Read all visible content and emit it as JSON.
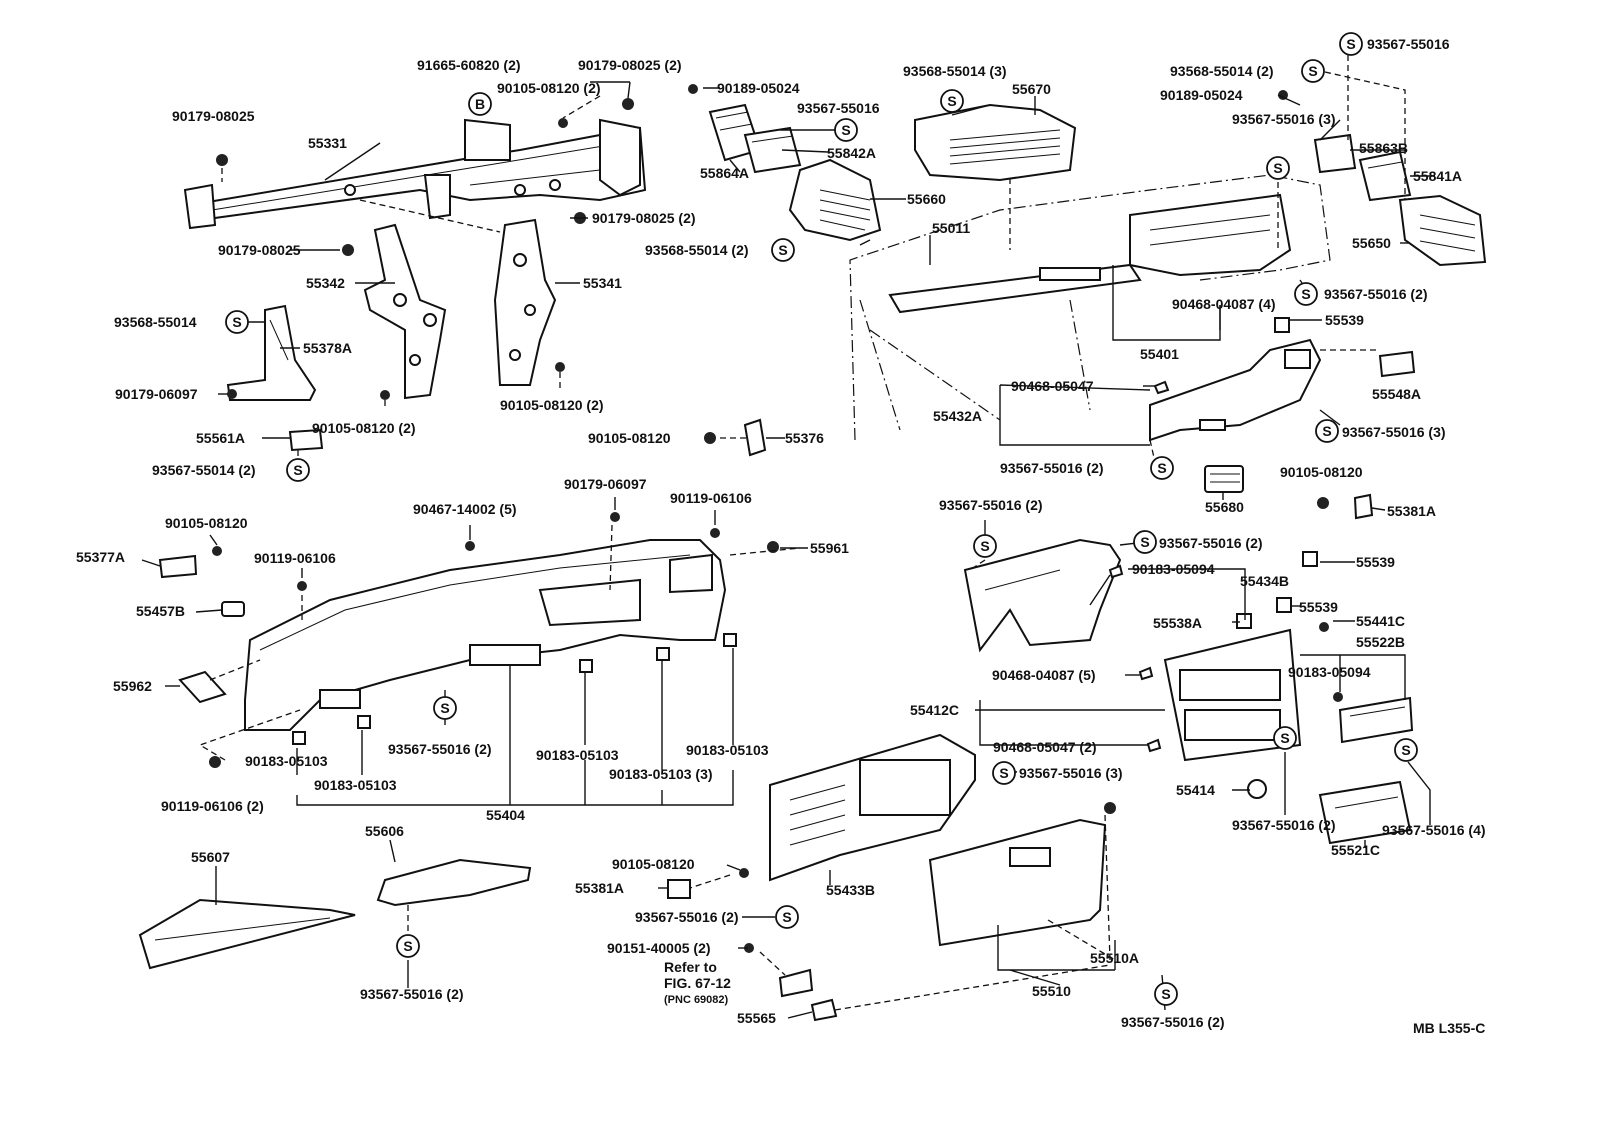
{
  "labels": [
    {
      "id": "l1",
      "text": "91665-60820 (2)"
    },
    {
      "id": "l2",
      "text": "90179-08025 (2)"
    },
    {
      "id": "l3",
      "text": "90105-08120 (2)"
    },
    {
      "id": "l4",
      "text": "90179-08025"
    },
    {
      "id": "l5",
      "text": "55331"
    },
    {
      "id": "l6",
      "text": "90179-08025 (2)"
    },
    {
      "id": "l7",
      "text": "90179-08025"
    },
    {
      "id": "l8",
      "text": "55342"
    },
    {
      "id": "l9",
      "text": "55341"
    },
    {
      "id": "l10",
      "text": "93568-55014"
    },
    {
      "id": "l11",
      "text": "55378A"
    },
    {
      "id": "l12",
      "text": "90179-06097"
    },
    {
      "id": "l13",
      "text": "90105-08120 (2)"
    },
    {
      "id": "l14",
      "text": "90105-08120 (2)"
    },
    {
      "id": "l15",
      "text": "55561A"
    },
    {
      "id": "l16",
      "text": "93567-55014 (2)"
    },
    {
      "id": "l17",
      "text": "90189-05024"
    },
    {
      "id": "l18",
      "text": "93567-55016"
    },
    {
      "id": "l19",
      "text": "55842A"
    },
    {
      "id": "l20",
      "text": "55864A"
    },
    {
      "id": "l21",
      "text": "55660"
    },
    {
      "id": "l22",
      "text": "93568-55014 (2)"
    },
    {
      "id": "l23",
      "text": "93568-55014 (3)"
    },
    {
      "id": "l24",
      "text": "55670"
    },
    {
      "id": "l25",
      "text": "55011"
    },
    {
      "id": "l26",
      "text": "93567-55016"
    },
    {
      "id": "l27",
      "text": "93568-55014 (2)"
    },
    {
      "id": "l28",
      "text": "90189-05024"
    },
    {
      "id": "l29",
      "text": "93567-55016 (3)"
    },
    {
      "id": "l30",
      "text": "55863B"
    },
    {
      "id": "l31",
      "text": "55841A"
    },
    {
      "id": "l32",
      "text": "55650"
    },
    {
      "id": "l33",
      "text": "93567-55016 (2)"
    },
    {
      "id": "l34",
      "text": "90468-04087 (4)"
    },
    {
      "id": "l35",
      "text": "55539"
    },
    {
      "id": "l36",
      "text": "55401"
    },
    {
      "id": "l37",
      "text": "90468-05047"
    },
    {
      "id": "l38",
      "text": "55432A"
    },
    {
      "id": "l39",
      "text": "55548A"
    },
    {
      "id": "l40",
      "text": "93567-55016 (3)"
    },
    {
      "id": "l41",
      "text": "90105-08120"
    },
    {
      "id": "l42",
      "text": "55376"
    },
    {
      "id": "l43",
      "text": "93567-55016 (2)"
    },
    {
      "id": "l44",
      "text": "55680"
    },
    {
      "id": "l45",
      "text": "90105-08120"
    },
    {
      "id": "l46",
      "text": "55381A"
    },
    {
      "id": "l47",
      "text": "90179-06097"
    },
    {
      "id": "l48",
      "text": "90467-14002 (5)"
    },
    {
      "id": "l49",
      "text": "90119-06106"
    },
    {
      "id": "l50",
      "text": "55961"
    },
    {
      "id": "l51",
      "text": "90105-08120"
    },
    {
      "id": "l52",
      "text": "55377A"
    },
    {
      "id": "l53",
      "text": "90119-06106"
    },
    {
      "id": "l54",
      "text": "55457B"
    },
    {
      "id": "l55",
      "text": "55962"
    },
    {
      "id": "l56",
      "text": "93567-55016 (2)"
    },
    {
      "id": "l57",
      "text": "90183-05103"
    },
    {
      "id": "l58",
      "text": "90183-05103"
    },
    {
      "id": "l59",
      "text": "90183-05103 (3)"
    },
    {
      "id": "l60",
      "text": "90183-05103"
    },
    {
      "id": "l61",
      "text": "90183-05103"
    },
    {
      "id": "l62",
      "text": "90119-06106 (2)"
    },
    {
      "id": "l63",
      "text": "55404"
    },
    {
      "id": "l64",
      "text": "93567-55016 (2)"
    },
    {
      "id": "l65",
      "text": "93567-55016 (2)"
    },
    {
      "id": "l66",
      "text": "90183-05094"
    },
    {
      "id": "l67",
      "text": "55434B"
    },
    {
      "id": "l68",
      "text": "55539"
    },
    {
      "id": "l69",
      "text": "55539"
    },
    {
      "id": "l70",
      "text": "55538A"
    },
    {
      "id": "l71",
      "text": "55441C"
    },
    {
      "id": "l72",
      "text": "55522B"
    },
    {
      "id": "l73",
      "text": "90468-04087 (5)"
    },
    {
      "id": "l74",
      "text": "90183-05094"
    },
    {
      "id": "l75",
      "text": "55412C"
    },
    {
      "id": "l76",
      "text": "90468-05047 (2)"
    },
    {
      "id": "l77",
      "text": "93567-55016 (3)"
    },
    {
      "id": "l78",
      "text": "55414"
    },
    {
      "id": "l79",
      "text": "93567-55016 (2)"
    },
    {
      "id": "l80",
      "text": "93567-55016 (4)"
    },
    {
      "id": "l81",
      "text": "55521C"
    },
    {
      "id": "l82",
      "text": "55606"
    },
    {
      "id": "l83",
      "text": "55607"
    },
    {
      "id": "l84",
      "text": "93567-55016 (2)"
    },
    {
      "id": "l85",
      "text": "90105-08120"
    },
    {
      "id": "l86",
      "text": "55381A"
    },
    {
      "id": "l87",
      "text": "55433B"
    },
    {
      "id": "l88",
      "text": "93567-55016 (2)"
    },
    {
      "id": "l89",
      "text": "90151-40005 (2)"
    },
    {
      "id": "l90",
      "text": "Refer to"
    },
    {
      "id": "l91",
      "text": "FIG. 67-12"
    },
    {
      "id": "l92",
      "text": "(PNC 69082)"
    },
    {
      "id": "l93",
      "text": "55565"
    },
    {
      "id": "l94",
      "text": "55510A"
    },
    {
      "id": "l95",
      "text": "55510"
    },
    {
      "id": "l96",
      "text": "93567-55016 (2)"
    },
    {
      "id": "l97",
      "text": "MB L355-C"
    }
  ],
  "symbols": {
    "s": "S",
    "b": "B"
  }
}
